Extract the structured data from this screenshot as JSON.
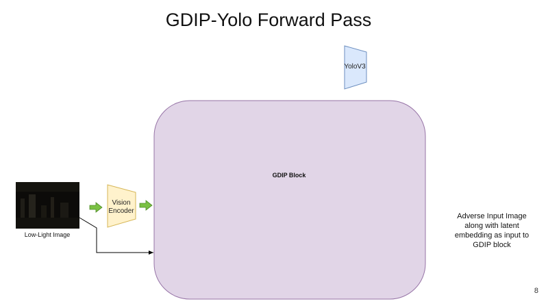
{
  "slide": {
    "title": "GDIP-Yolo Forward Pass",
    "page_number": "8"
  },
  "nodes": {
    "low_light_image_caption": "Low-Light Image",
    "vision_encoder_line1": "Vision",
    "vision_encoder_line2": "Encoder",
    "gdip_block": "GDIP Block",
    "yolov3": "YoloV3"
  },
  "annotation": {
    "line1": "Adverse Input Image",
    "line2": "along with latent",
    "line3": "embedding as input to",
    "line4": "GDIP block"
  },
  "colors": {
    "gdip_fill": "#e1d5e7",
    "gdip_stroke": "#9673a6",
    "encoder_fill": "#fff2cc",
    "encoder_stroke": "#d6b656",
    "yolo_fill": "#dae8fc",
    "yolo_stroke": "#6c8ebf",
    "arrow_green": "#60b030"
  }
}
